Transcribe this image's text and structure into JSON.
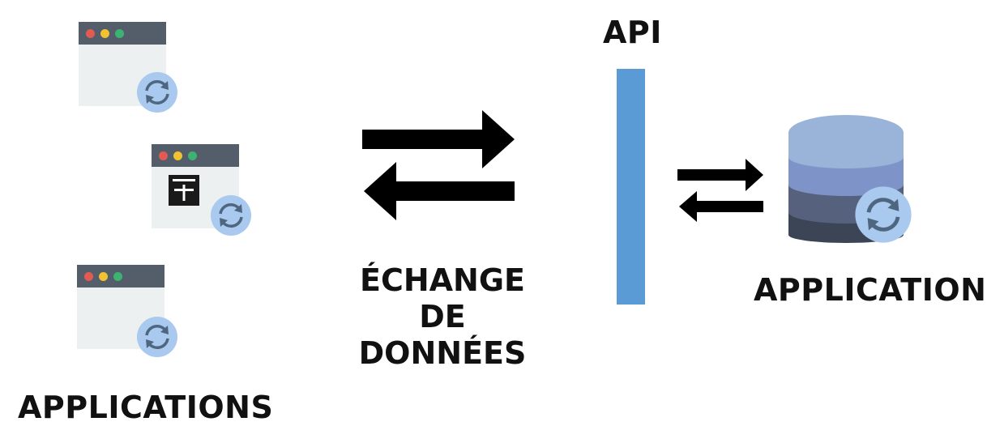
{
  "labels": {
    "applications": "APPLICATIONS",
    "exchange_line1": "ÉCHANGE",
    "exchange_line2": "DE",
    "exchange_line3": "DONNÉES",
    "api": "API",
    "application": "APPLICATION"
  },
  "icons": {
    "window": "browser-window-icon",
    "sync": "sync-icon",
    "plus_box": "plus-box-icon",
    "database": "database-icon",
    "big_arrows": "bidirectional-arrows-icon",
    "small_arrows": "bidirectional-arrows-icon"
  },
  "colors": {
    "window_bar": "#545e6a",
    "window_body": "#edf0f1",
    "sync_fill": "#a9c9ef",
    "sync_stroke": "#4f6680",
    "api_bar": "#5b9bd5",
    "db_top": "#9ab3d9",
    "db_layer2": "#7e94c8",
    "db_layer3": "#56617e",
    "db_layer4": "#3b4555"
  }
}
